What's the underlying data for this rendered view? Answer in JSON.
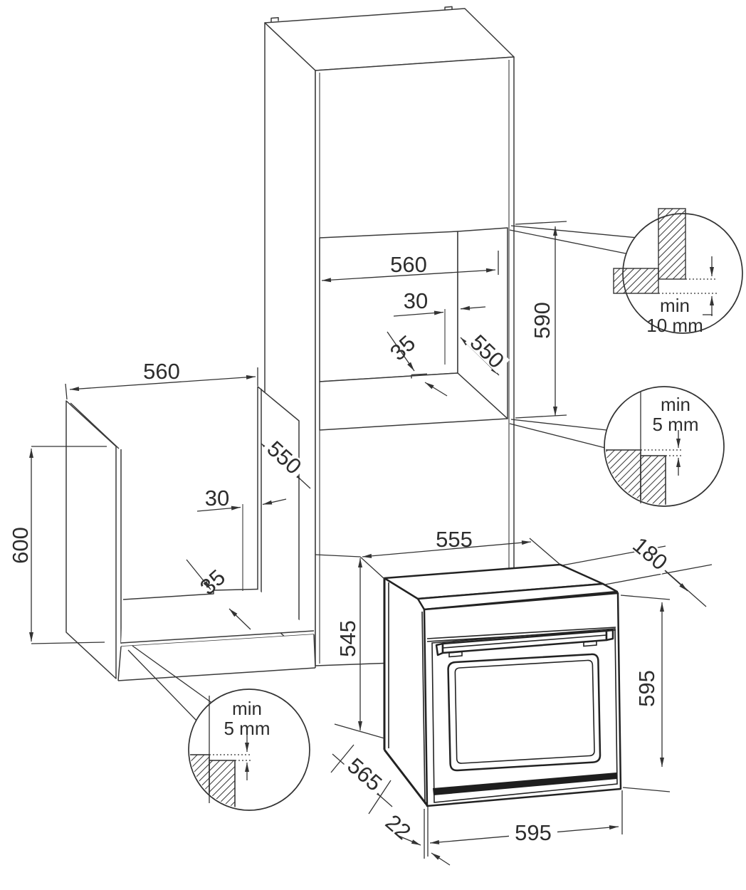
{
  "units": "mm",
  "tall_niche": {
    "width": "560",
    "gap": "30",
    "rail": "35",
    "depth": "550",
    "height": "590"
  },
  "base_niche": {
    "width": "560",
    "height": "600",
    "depth": "550",
    "gap": "30",
    "rail": "35"
  },
  "details": {
    "top": {
      "l1": "min",
      "l2": "10 mm"
    },
    "mid": {
      "l1": "min",
      "l2": "5 mm"
    },
    "bottom": {
      "l1": "min",
      "l2": "5 mm"
    }
  },
  "oven": {
    "width_top": "555",
    "depth_rear": "180",
    "height_body": "545",
    "height_front": "595",
    "depth_body": "565",
    "door_thickness": "22",
    "width_front": "595"
  }
}
